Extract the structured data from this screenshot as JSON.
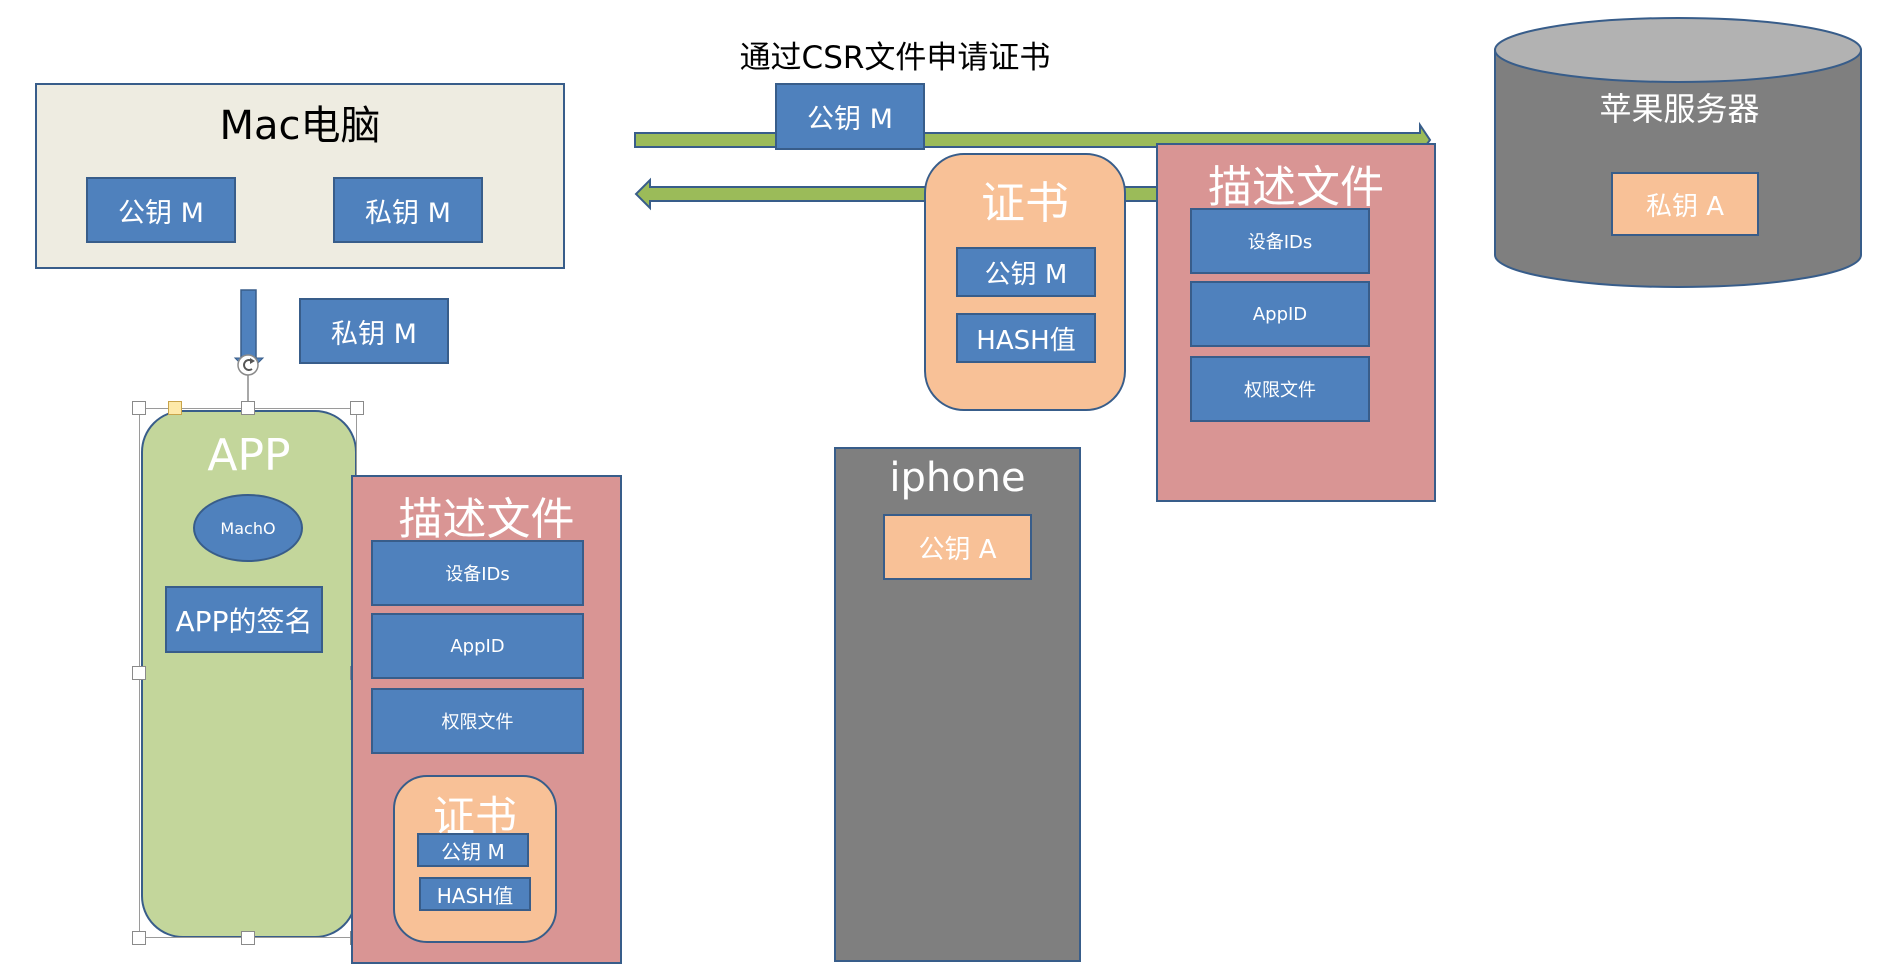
{
  "csr_label": "通过CSR文件申请证书",
  "mac": {
    "title": "Mac电脑",
    "public_key": "公钥 M",
    "private_key": "私钥 M"
  },
  "floating_private_key": "私钥 M",
  "arrow_payload": "公钥 M",
  "certificate_top": {
    "title": "证书",
    "public_key": "公钥 M",
    "hash": "HASH值"
  },
  "profile_top": {
    "title": "描述文件",
    "items": [
      "设备IDs",
      "AppID",
      "权限文件"
    ]
  },
  "server": {
    "title": "苹果服务器",
    "private_key": "私钥 A"
  },
  "app": {
    "title": "APP",
    "macho": "MachO",
    "signature": "APP的签名"
  },
  "profile_bottom": {
    "title": "描述文件",
    "items": [
      "设备IDs",
      "AppID",
      "权限文件"
    ],
    "certificate": {
      "title": "证书",
      "public_key": "公钥 M",
      "hash": "HASH值"
    }
  },
  "iphone": {
    "title": "iphone",
    "public_key": "公钥 A"
  },
  "colors": {
    "blue": "#4f81bd",
    "border": "#385d8a",
    "green_arrow": "#9bbb59",
    "peach": "#f8c197",
    "pink": "#d99594",
    "app_green": "#c3d69b",
    "mac_bg": "#eeece1",
    "device_gray": "#7f7f7f",
    "cylinder_top": "#b2b2b2"
  }
}
